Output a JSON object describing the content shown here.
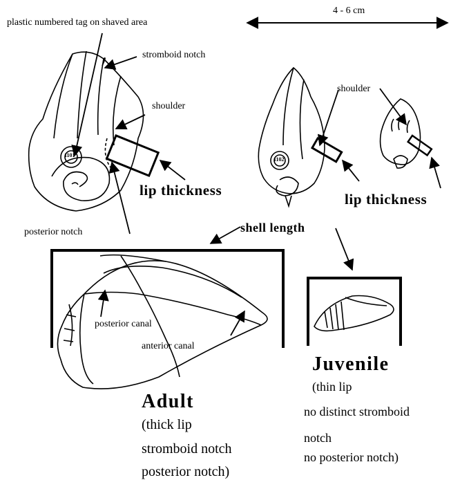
{
  "labels": {
    "plastic_tag": "plastic numbered tag on shaved area",
    "size_range": "4 - 6 cm",
    "stromboid_notch": "stromboid notch",
    "shoulder_left": "shoulder",
    "shoulder_right": "shoulder",
    "lip_thickness_left": "lip  thickness",
    "lip_thickness_right": "lip  thickness",
    "posterior_notch": "posterior notch",
    "shell_length": "shell length",
    "posterior_canal": "posterior canal",
    "anterior_canal": "anterior canal",
    "tag_1": "1101",
    "tag_2": "1102"
  },
  "adult": {
    "title": "Adult",
    "notes": [
      "(thick lip",
      "stromboid notch",
      "posterior notch)"
    ]
  },
  "juvenile": {
    "title": "Juvenile",
    "notes": [
      "(thin lip",
      "no distinct stromboid",
      "notch",
      "no posterior notch)"
    ]
  }
}
